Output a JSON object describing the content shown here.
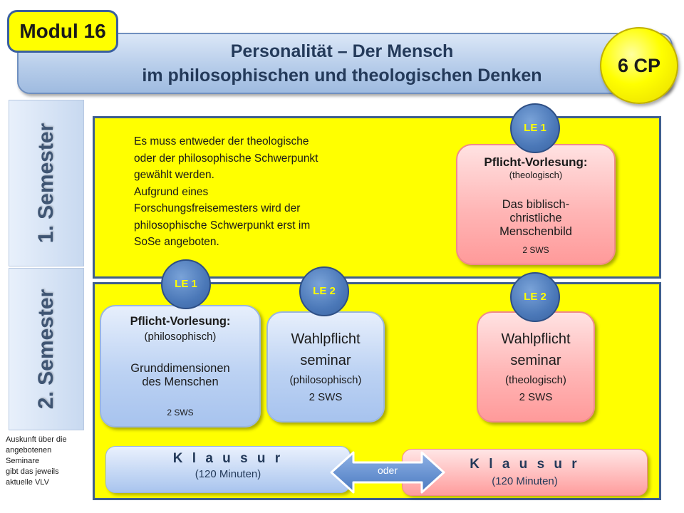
{
  "header": {
    "modul_label": "Modul 16",
    "title_line1": "Personalität – Der Mensch",
    "title_line2": "im philosophischen und theologischen Denken",
    "credit_points": "6 CP"
  },
  "semesters": [
    {
      "label": "1. Semester"
    },
    {
      "label": "2. Semester"
    }
  ],
  "note": {
    "lines": [
      "Es muss entweder der theologische",
      "oder der philosophische Schwerpunkt",
      "gewählt werden.",
      "Aufgrund eines",
      "Forschungsfreisemesters  wird der",
      "philosophische Schwerpunkt erst im",
      "SoSe angeboten."
    ]
  },
  "courses": {
    "sem1_theo": {
      "le": "LE 1",
      "heading": "Pflicht-Vorlesung:",
      "sub": "(theologisch)",
      "title_lines": [
        "Das biblisch-",
        "christliche",
        "Menschenbild"
      ],
      "sws": "2 SWS"
    },
    "sem2_philo": {
      "le": "LE 1",
      "heading": "Pflicht-Vorlesung:",
      "sub": "(philosophisch)",
      "title_lines": [
        "Grunddimensionen",
        "des Menschen"
      ],
      "sws": "2 SWS"
    },
    "sem2_wahl_philo": {
      "le": "LE 2",
      "title_lines": [
        "Wahlpflicht",
        "seminar"
      ],
      "sub": "(philosophisch)",
      "sws": "2 SWS"
    },
    "sem2_wahl_theo": {
      "le": "LE 2",
      "title_lines": [
        "Wahlpflicht",
        "seminar"
      ],
      "sub": "(theologisch)",
      "sws": "2 SWS"
    }
  },
  "auskunft": {
    "lines": [
      "Auskunft über die",
      "angebotenen",
      "Seminare",
      "gibt das jeweils",
      "aktuelle  VLV"
    ]
  },
  "exams": {
    "left_title": "K l a u s u r",
    "left_duration": "(120 Minuten)",
    "right_title": "K l a u s u r",
    "right_duration": "(120 Minuten)",
    "connector": "oder"
  },
  "colors": {
    "panel": "#ffff00",
    "panel_border": "#3e5e8e",
    "le_circle": "#4b78b8",
    "red_box": "#ffb6b6",
    "blue_box": "#bcd2f3"
  }
}
